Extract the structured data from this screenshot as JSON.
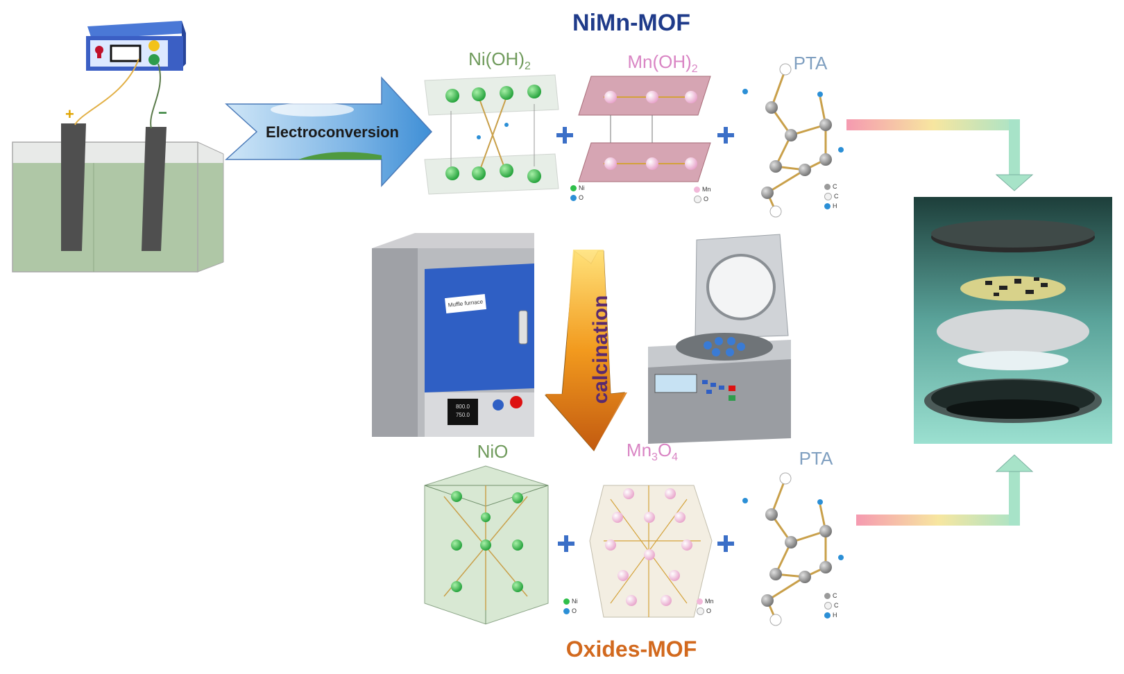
{
  "titles": {
    "top": "NiMn-MOF",
    "bottom": "Oxides-MOF"
  },
  "labels": {
    "electroconversion": "Electroconversion",
    "calcination": "calcination",
    "ni_oh2": "Ni(OH)",
    "ni_oh2_sub": "2",
    "mn_oh2": "Mn(OH)",
    "mn_oh2_sub": "2",
    "pta_top": "PTA",
    "nio": "NiO",
    "mn3o4_a": "Mn",
    "mn3o4_sub1": "3",
    "mn3o4_b": "O",
    "mn3o4_sub2": "4",
    "pta_bottom": "PTA",
    "plus_sign": "+",
    "minus_sign": "−",
    "oven_tag": "Muffle furnace",
    "oven_display_1": "800.0",
    "oven_display_2": "750.0"
  },
  "legends": {
    "ni": "Ni",
    "o": "O",
    "mn": "Mn",
    "c": "C",
    "c2": "C",
    "h": "H"
  },
  "colors": {
    "ni_atom": "#2fbf4a",
    "mn_atom": "#f2b8d9",
    "o_atom": "#2b8fd6",
    "c_atom": "#9a9a9a",
    "h_atom": "#f2f2f2",
    "title_top": "#1f3b8a",
    "title_bottom": "#d2691e",
    "oven_door": "#2f5fc4"
  }
}
